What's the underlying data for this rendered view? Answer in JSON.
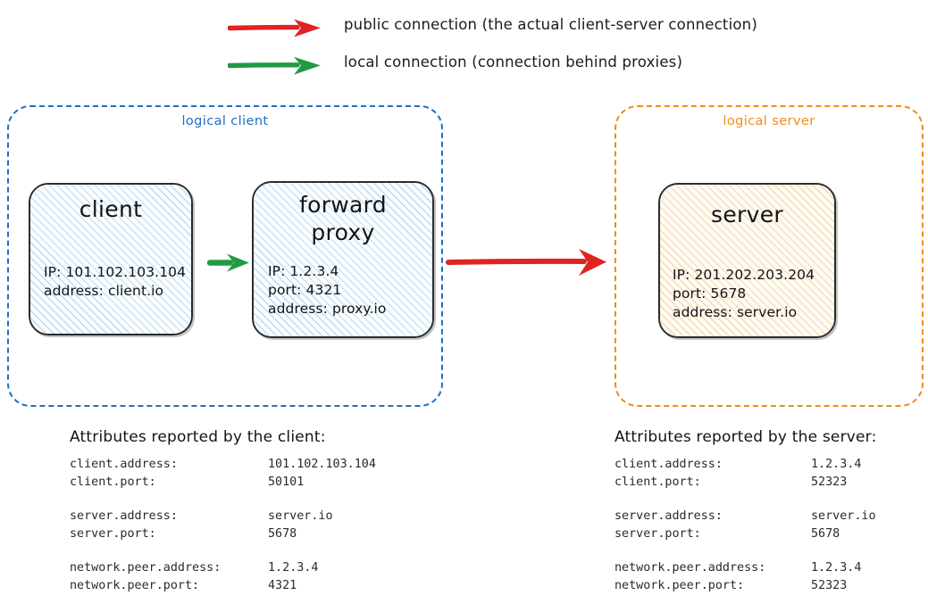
{
  "legend": {
    "items": [
      {
        "icon": "red-right-arrow-icon",
        "color": "#e02424",
        "label": "public connection (the actual client-server connection)"
      },
      {
        "icon": "green-right-arrow-icon",
        "color": "#229944",
        "label": "local connection (connection behind proxies)"
      }
    ]
  },
  "diagram": {
    "logical_client": {
      "title": "logical client",
      "color": "#1f6fc4",
      "nodes": [
        {
          "id": "client",
          "title": "client",
          "fill": "#bcdcf4",
          "lines": [
            "IP: 101.102.103.104",
            "address: client.io"
          ]
        },
        {
          "id": "forward-proxy",
          "title": "forward\nproxy",
          "fill": "#bcdcf4",
          "lines": [
            "IP: 1.2.3.4",
            "port: 4321",
            "address: proxy.io"
          ]
        }
      ]
    },
    "logical_server": {
      "title": "logical server",
      "color": "#f08c1a",
      "nodes": [
        {
          "id": "server",
          "title": "server",
          "fill": "#f6d9ad",
          "lines": [
            "IP: 201.202.203.204",
            "port: 5678",
            "address: server.io"
          ]
        }
      ]
    },
    "connections": [
      {
        "id": "local-connection",
        "kind": "local",
        "color": "#229944",
        "from": "client",
        "to": "forward-proxy"
      },
      {
        "id": "public-connection",
        "kind": "public",
        "color": "#e02424",
        "from": "forward-proxy",
        "to": "server"
      }
    ]
  },
  "attributes_client": {
    "heading": "Attributes reported by the client:",
    "groups": [
      [
        {
          "key": "client.address:",
          "value": "101.102.103.104"
        },
        {
          "key": "client.port:",
          "value": "50101"
        }
      ],
      [
        {
          "key": "server.address:",
          "value": "server.io"
        },
        {
          "key": "server.port:",
          "value": "5678"
        }
      ],
      [
        {
          "key": "network.peer.address:",
          "value": "1.2.3.4"
        },
        {
          "key": "network.peer.port:",
          "value": "4321"
        }
      ]
    ]
  },
  "attributes_server": {
    "heading": "Attributes reported by the server:",
    "groups": [
      [
        {
          "key": "client.address:",
          "value": "1.2.3.4"
        },
        {
          "key": "client.port:",
          "value": "52323"
        }
      ],
      [
        {
          "key": "server.address:",
          "value": "server.io"
        },
        {
          "key": "server.port:",
          "value": "5678"
        }
      ],
      [
        {
          "key": "network.peer.address:",
          "value": "1.2.3.4"
        },
        {
          "key": "network.peer.port:",
          "value": "52323"
        }
      ]
    ]
  }
}
